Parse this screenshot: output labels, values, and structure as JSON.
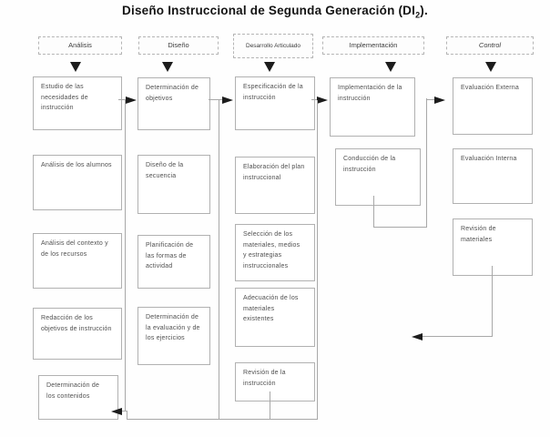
{
  "title": {
    "main": "Diseño Instruccional de Segunda Generación (DI",
    "sub": "2",
    "suffix": ")."
  },
  "phases": [
    {
      "label": "Análisis",
      "boxes": [
        "Estudio de las necesidades de instrucción",
        "Análisis de los alumnos",
        "Análisis del contexto y de los recursos",
        "Redacción de los objetivos de instrucción",
        "Determinación de los contenidos"
      ]
    },
    {
      "label": "Diseño",
      "boxes": [
        "Determinación de objetivos",
        "Diseño de la secuencia",
        "Planificación de las formas de actividad",
        "Determinación de la evaluación y de los ejercicios"
      ]
    },
    {
      "label": "Desarrollo Articulado",
      "boxes": [
        "Especificación de la instrucción",
        "Elaboración del plan instruccional",
        "Selección de los materiales, medios y estrategias instruccionales",
        "Adecuación de los materiales existentes",
        "Revisión de la instrucción"
      ]
    },
    {
      "label": "Implementación",
      "boxes": [
        "Implementación de la instrucción",
        "Conducción de la instrucción"
      ]
    },
    {
      "label": "Control",
      "boxes": [
        "Evaluación Externa",
        "Evaluación Interna",
        "Revisión de materiales"
      ]
    }
  ],
  "colors": {
    "box_border": "#b1b1b1",
    "header_border": "#b5b5b5",
    "connector_line": "#a8a8a8",
    "arrow": "#1c1c1c",
    "text": "#4f4f4f",
    "title_text": "#141414",
    "background": "#fefefe"
  }
}
